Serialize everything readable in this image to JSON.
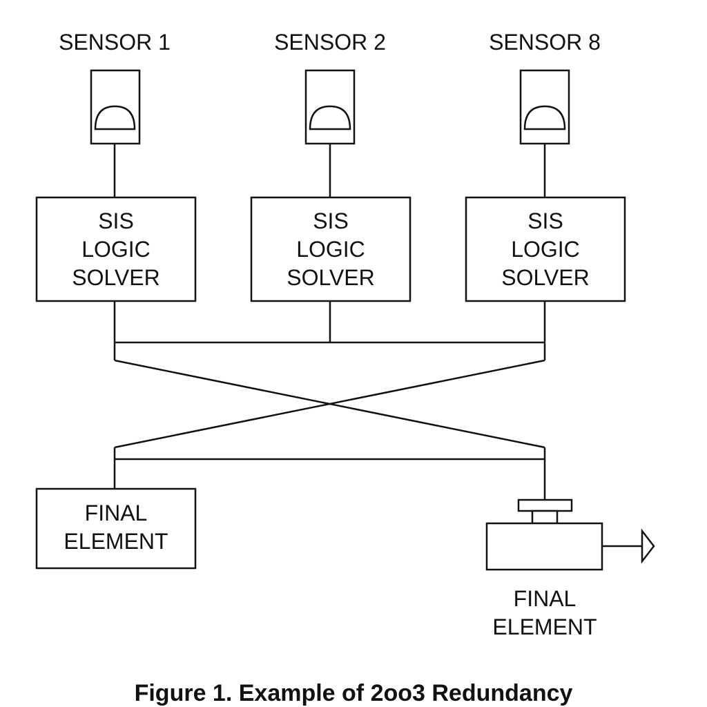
{
  "sensors": [
    {
      "label": "SENSOR 1"
    },
    {
      "label": "SENSOR 2"
    },
    {
      "label": "SENSOR 8"
    }
  ],
  "logic_solvers": [
    {
      "lines": [
        "SIS",
        "LOGIC",
        "SOLVER"
      ]
    },
    {
      "lines": [
        "SIS",
        "LOGIC",
        "SOLVER"
      ]
    },
    {
      "lines": [
        "SIS",
        "LOGIC",
        "SOLVER"
      ]
    }
  ],
  "final_elements": [
    {
      "lines": [
        "FINAL",
        "ELEMENT"
      ],
      "kind": "box"
    },
    {
      "lines": [
        "FINAL",
        "ELEMENT"
      ],
      "kind": "valve-actuator-icon"
    }
  ],
  "caption": "Figure 1. Example of 2oo3 Redundancy",
  "colors": {
    "stroke": "#111111",
    "background": "#ffffff"
  }
}
